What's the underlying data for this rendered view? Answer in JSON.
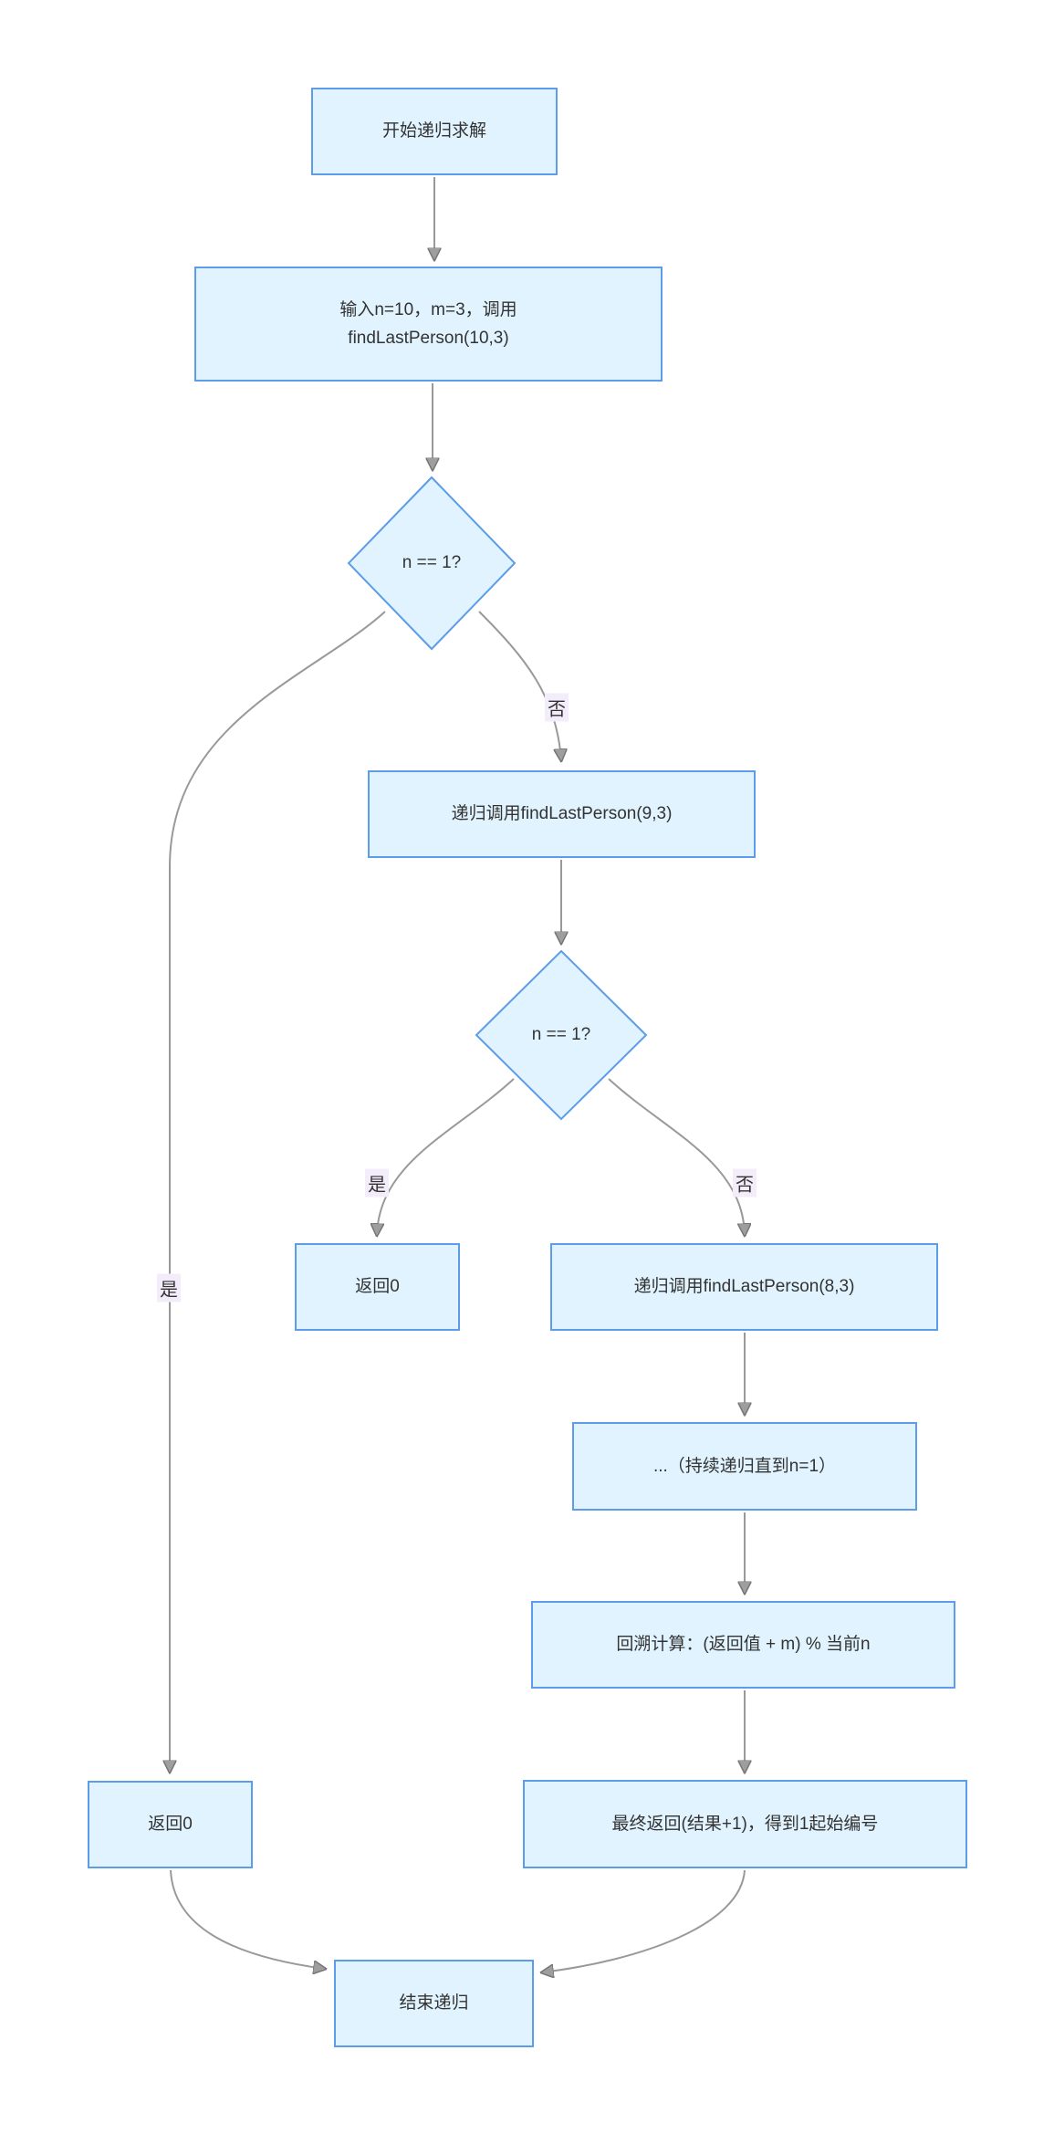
{
  "diagram": {
    "type": "flowchart",
    "direction": "top-down",
    "nodes": {
      "start": {
        "label": "开始递归求解",
        "shape": "rect"
      },
      "input": {
        "lines": [
          "输入n=10，m=3，调用",
          "findLastPerson(10,3)"
        ],
        "shape": "rect"
      },
      "check1": {
        "label": "n == 1?",
        "shape": "diamond"
      },
      "recurse9": {
        "label": "递归调用findLastPerson(9,3)",
        "shape": "rect"
      },
      "check2": {
        "label": "n == 1?",
        "shape": "diamond"
      },
      "return0_mid": {
        "label": "返回0",
        "shape": "rect"
      },
      "recurse8": {
        "label": "递归调用findLastPerson(8,3)",
        "shape": "rect"
      },
      "continue_recursion": {
        "label": "...（持续递归直到n=1）",
        "shape": "rect"
      },
      "backtrack": {
        "label": "回溯计算：(返回值 + m) % 当前n",
        "shape": "rect"
      },
      "final_return": {
        "label": "最终返回(结果+1)，得到1起始编号",
        "shape": "rect"
      },
      "return0_left": {
        "label": "返回0",
        "shape": "rect"
      },
      "end": {
        "label": "结束递归",
        "shape": "rect"
      }
    },
    "edges": [
      {
        "from": "start",
        "to": "input",
        "label": ""
      },
      {
        "from": "input",
        "to": "check1",
        "label": ""
      },
      {
        "from": "check1",
        "to": "recurse9",
        "label": "否"
      },
      {
        "from": "check1",
        "to": "return0_left",
        "label": "是"
      },
      {
        "from": "recurse9",
        "to": "check2",
        "label": ""
      },
      {
        "from": "check2",
        "to": "return0_mid",
        "label": "是"
      },
      {
        "from": "check2",
        "to": "recurse8",
        "label": "否"
      },
      {
        "from": "recurse8",
        "to": "continue_recursion",
        "label": ""
      },
      {
        "from": "continue_recursion",
        "to": "backtrack",
        "label": ""
      },
      {
        "from": "backtrack",
        "to": "final_return",
        "label": ""
      },
      {
        "from": "return0_left",
        "to": "end",
        "label": ""
      },
      {
        "from": "final_return",
        "to": "end",
        "label": ""
      }
    ]
  },
  "colors": {
    "background": "#ffffff",
    "node_fill": "#e0f3fe",
    "node_border": "#5d9ce8",
    "edge_line": "#999999",
    "edge_label_bg": "#f3edfb",
    "text": "#333333"
  }
}
